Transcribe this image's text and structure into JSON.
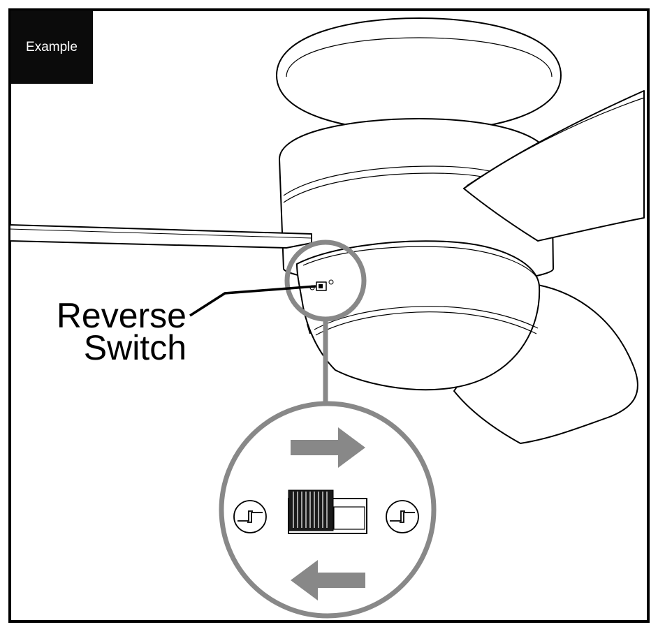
{
  "tag": {
    "text": "Example"
  },
  "callout": {
    "line1": "Reverse",
    "line2": "Switch"
  },
  "colors": {
    "outline": "#000000",
    "magnifier": "#888888",
    "tag_bg": "#0b0b0b",
    "tag_text": "#ffffff"
  },
  "icons": [
    "screw-icon",
    "arrow-right-icon",
    "arrow-left-icon",
    "slide-switch-icon"
  ]
}
